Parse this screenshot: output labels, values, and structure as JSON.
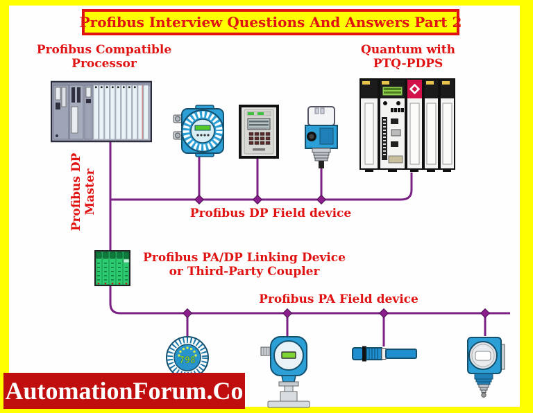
{
  "title": {
    "text": "Profibus Interview Questions And Answers Part 2"
  },
  "labels": {
    "processor_line1": "Profibus Compatible",
    "processor_line2": "Processor",
    "quantum_line1": "Quantum with",
    "quantum_line2": "PTQ-PDPS",
    "dp_master_line1": "Profibus DP",
    "dp_master_line2": "Master",
    "dp_field": "Profibus DP Field device",
    "coupler_line1": "Profibus PA/DP Linking Device",
    "coupler_line2": "or Third-Party Coupler",
    "pa_field": "Profibus PA Field device"
  },
  "devices": {
    "gauge_reading": "798"
  },
  "logo": {
    "text": "AutomationForum.Co"
  },
  "colors": {
    "frame_yellow": "#FFFF00",
    "label_red": "#E01212",
    "bus_purple": "#7B2084",
    "junction_purple": "#8B1F8B",
    "logo_bg": "#C00D0D",
    "device_blue": "#2B9FD6",
    "coupler_green": "#2ECC71",
    "quantum_red_module": "#D2114A",
    "lcd_green": "#8FD14F"
  }
}
